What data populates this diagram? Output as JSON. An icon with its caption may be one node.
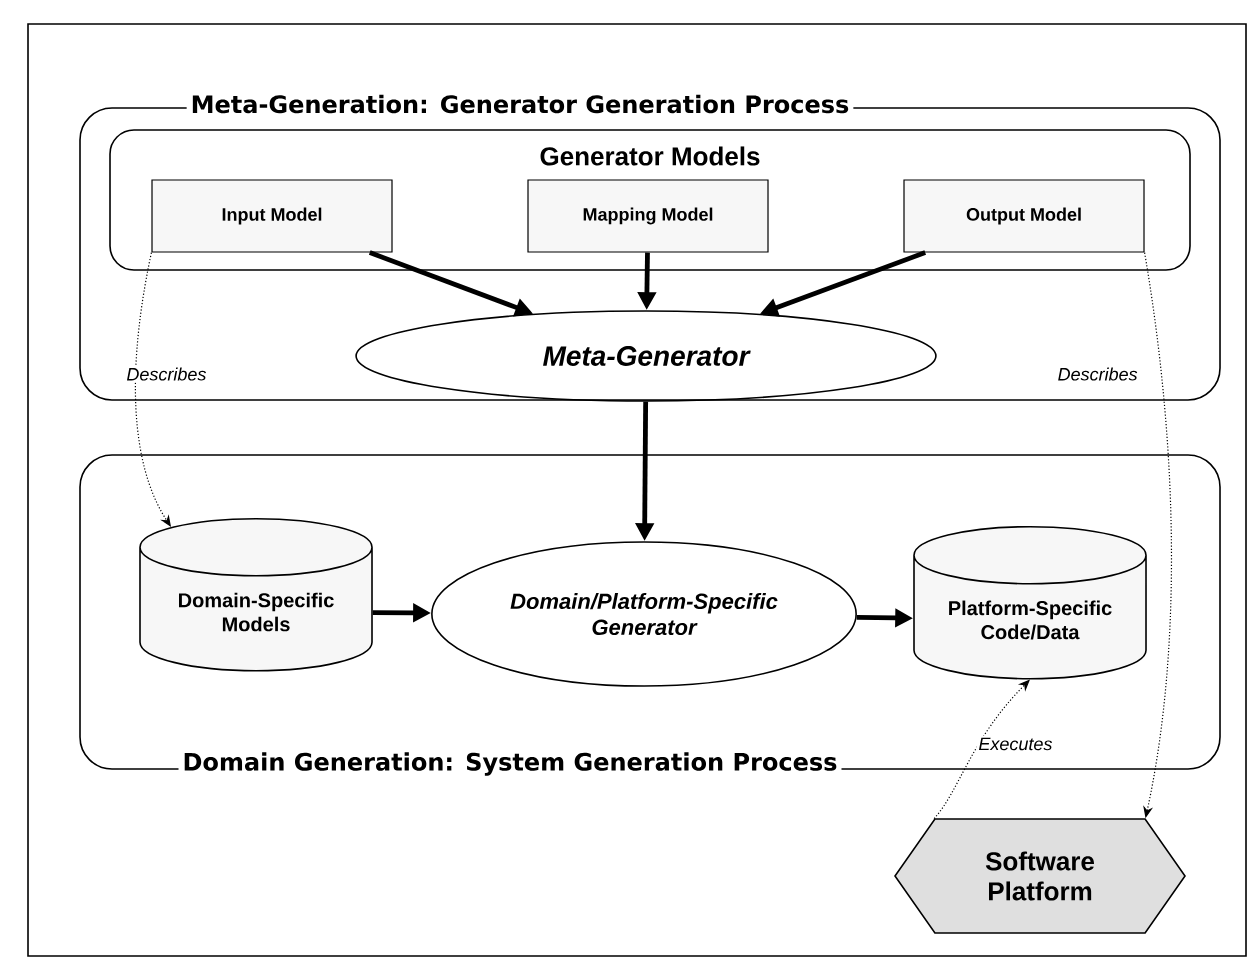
{
  "diagram": {
    "nodes": [
      {
        "text": [
          "Meta-Generation: Generator Generation Process"
        ]
      },
      {
        "text": [
          "Generator Models"
        ],
        "in": 0
      },
      {
        "text": [
          "Input Model"
        ],
        "in": 1
      },
      {
        "text": [
          "Mapping Model"
        ],
        "in": 1
      },
      {
        "text": [
          "Output Model"
        ],
        "in": 1
      },
      {
        "text": [
          "Meta-Generator"
        ],
        "in": 0
      },
      {
        "text": [
          "Domain Generation: System Generation Process"
        ]
      },
      {
        "text": [
          "Domain-Specific Models"
        ],
        "in": 6
      },
      {
        "text": [
          "Domain/Platform-Specific Generator"
        ],
        "in": 6
      },
      {
        "text": [
          "Platform-Specific Code/Data"
        ],
        "in": 6
      },
      {
        "text": [
          "Software Platform"
        ]
      }
    ],
    "edges": [
      {
        "from": 2,
        "to": 5,
        "arrow": "to"
      },
      {
        "from": 3,
        "to": 5,
        "arrow": "to"
      },
      {
        "from": 4,
        "to": 5,
        "arrow": "to"
      },
      {
        "from": 5,
        "to": 8,
        "arrow": "to"
      },
      {
        "from": 7,
        "to": 8,
        "arrow": "to"
      },
      {
        "from": 8,
        "to": 9,
        "arrow": "to"
      },
      {
        "from": 2,
        "to": 7,
        "arrow": "to",
        "label": "Describes",
        "style": "dashed"
      },
      {
        "from": 4,
        "to": 10,
        "arrow": "to",
        "label": "Describes",
        "style": "dashed"
      },
      {
        "from": 10,
        "to": 9,
        "arrow": "to",
        "label": "Executes",
        "style": "dashed"
      }
    ]
  }
}
